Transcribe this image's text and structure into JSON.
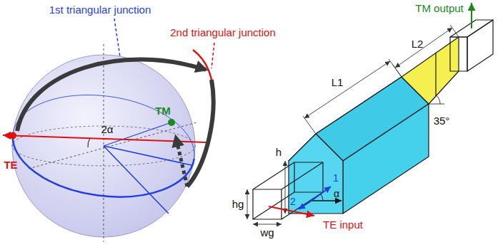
{
  "diagram": {
    "labels": [
      "1st triangular junction",
      "TM output",
      "2nd triangular junction",
      "L2",
      "L1",
      "TM",
      "2α",
      "35°",
      "h",
      "TE",
      "1",
      "α",
      "2",
      "hg",
      "TE input",
      "wg"
    ]
  }
}
